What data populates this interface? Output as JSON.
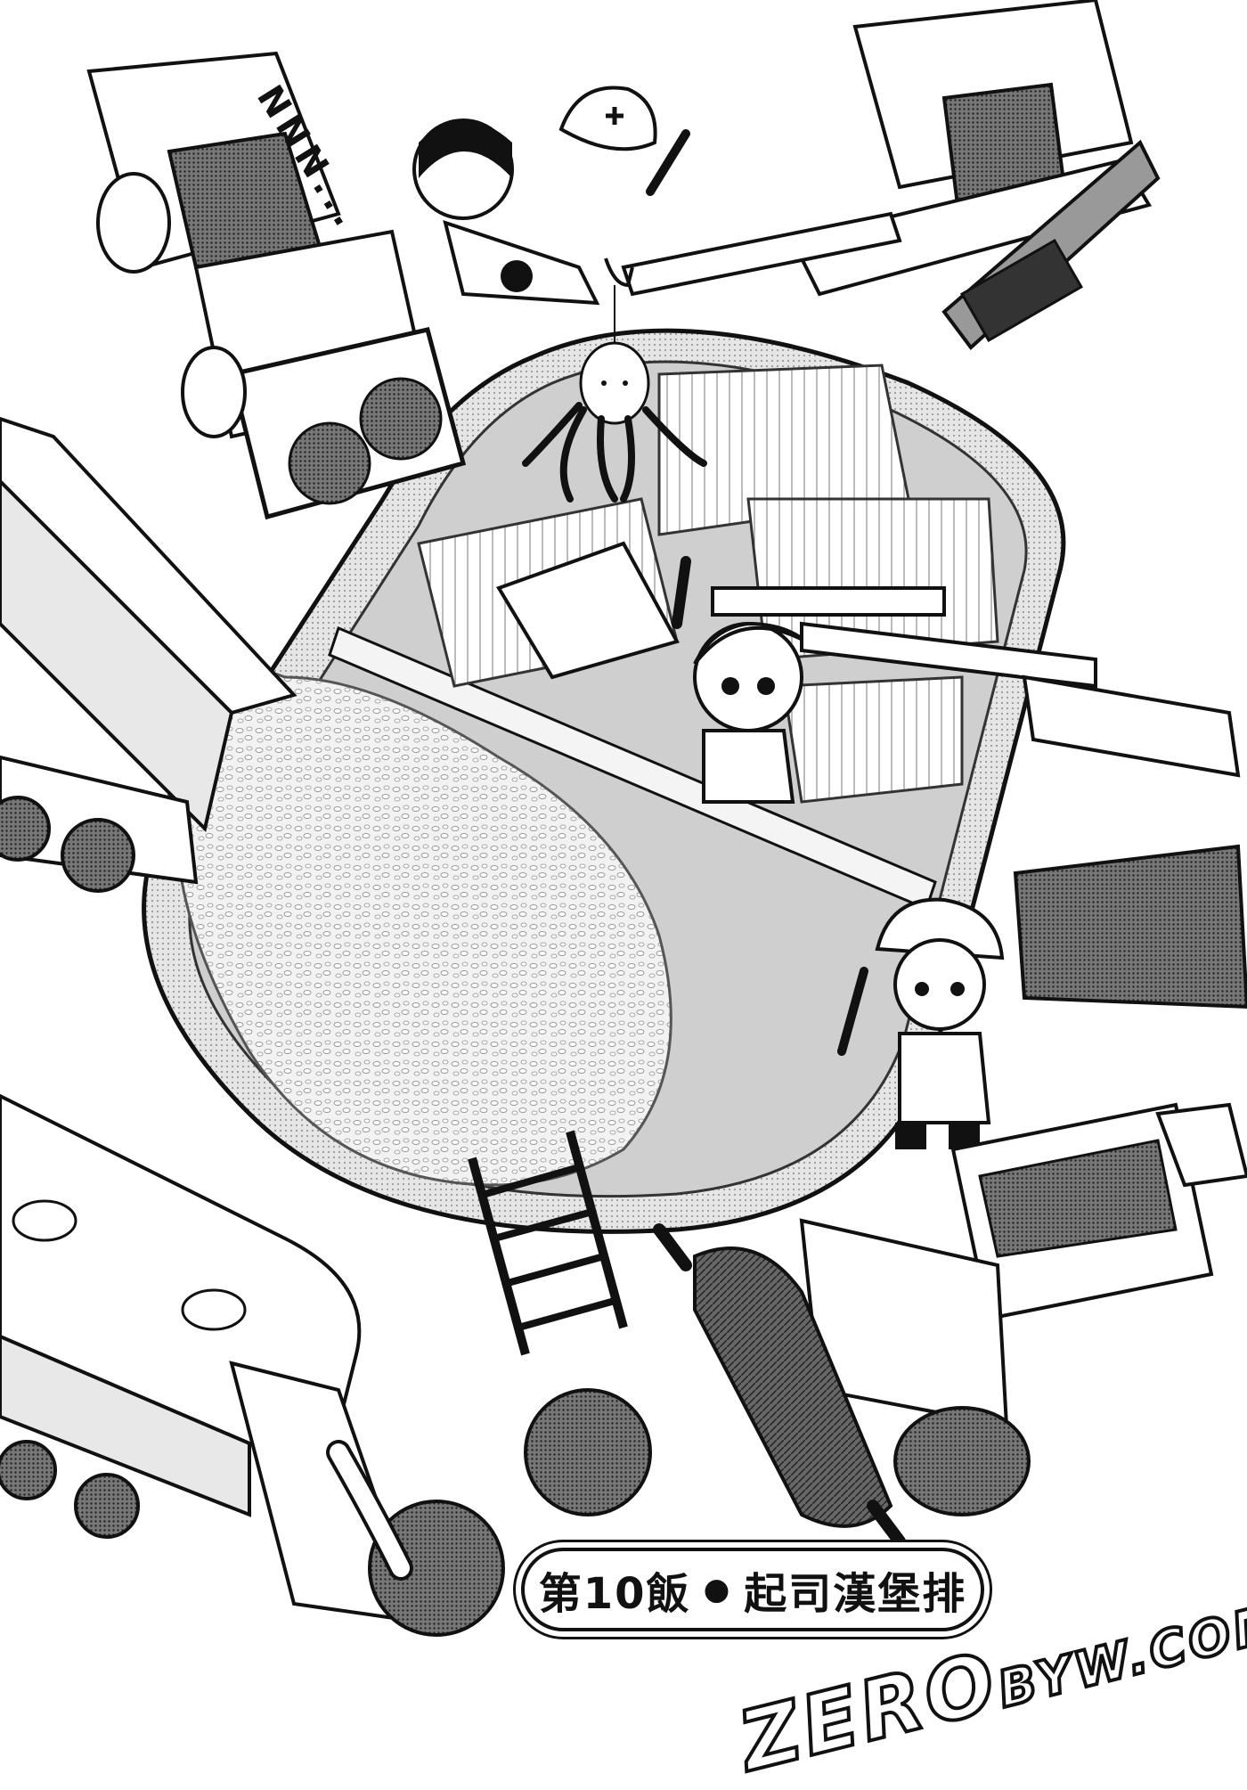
{
  "sfx": {
    "snore": "NNN..."
  },
  "title": {
    "chapter": "第10飯",
    "separator": "●",
    "dish": "起司漢堡排"
  },
  "watermark": {
    "prefix": "ZERO",
    "suffix": "BYW.COM"
  },
  "colors": {
    "ink": "#111111",
    "paper": "#ffffff",
    "tone": "#d9d9d9"
  }
}
